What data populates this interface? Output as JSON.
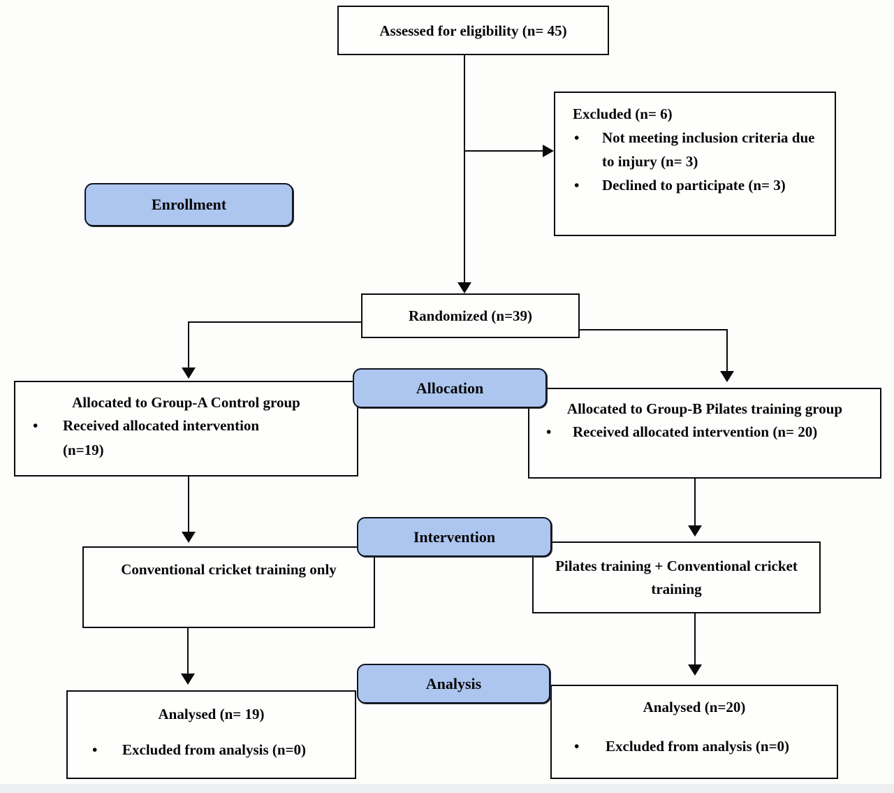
{
  "diagram": {
    "assessed": "Assessed for eligibility (n= 45)",
    "excluded": {
      "title": "Excluded (n= 6)",
      "bullet1": "Not meeting inclusion criteria due to injury (n= 3)",
      "bullet2": "Declined to participate (n= 3)"
    },
    "stages": {
      "enrollment": "Enrollment",
      "allocation": "Allocation",
      "intervention": "Intervention",
      "analysis": "Analysis"
    },
    "randomized": "Randomized (n=39)",
    "alloc_left": {
      "title": "Allocated to Group-A Control group",
      "bullet": "Received allocated intervention (n=19)"
    },
    "alloc_right": {
      "title": "Allocated to Group-B Pilates training group",
      "bullet": "Received allocated intervention (n= 20)"
    },
    "interv_left": "Conventional cricket training only",
    "interv_right": "Pilates training + Conventional cricket training",
    "analysis_left": {
      "title": "Analysed (n= 19)",
      "bullet": "Excluded from analysis (n=0)"
    },
    "analysis_right": {
      "title": "Analysed (n=20)",
      "bullet": "Excluded from analysis (n=0)"
    },
    "glyphs": {
      "bullet": "•"
    }
  },
  "colors": {
    "stage_fill": "#adc6f0",
    "stage_border": "#10141f",
    "box_border": "#0a0a0a",
    "line": "#0a0a0a",
    "text": "#060606",
    "background": "#fdfdfb"
  }
}
